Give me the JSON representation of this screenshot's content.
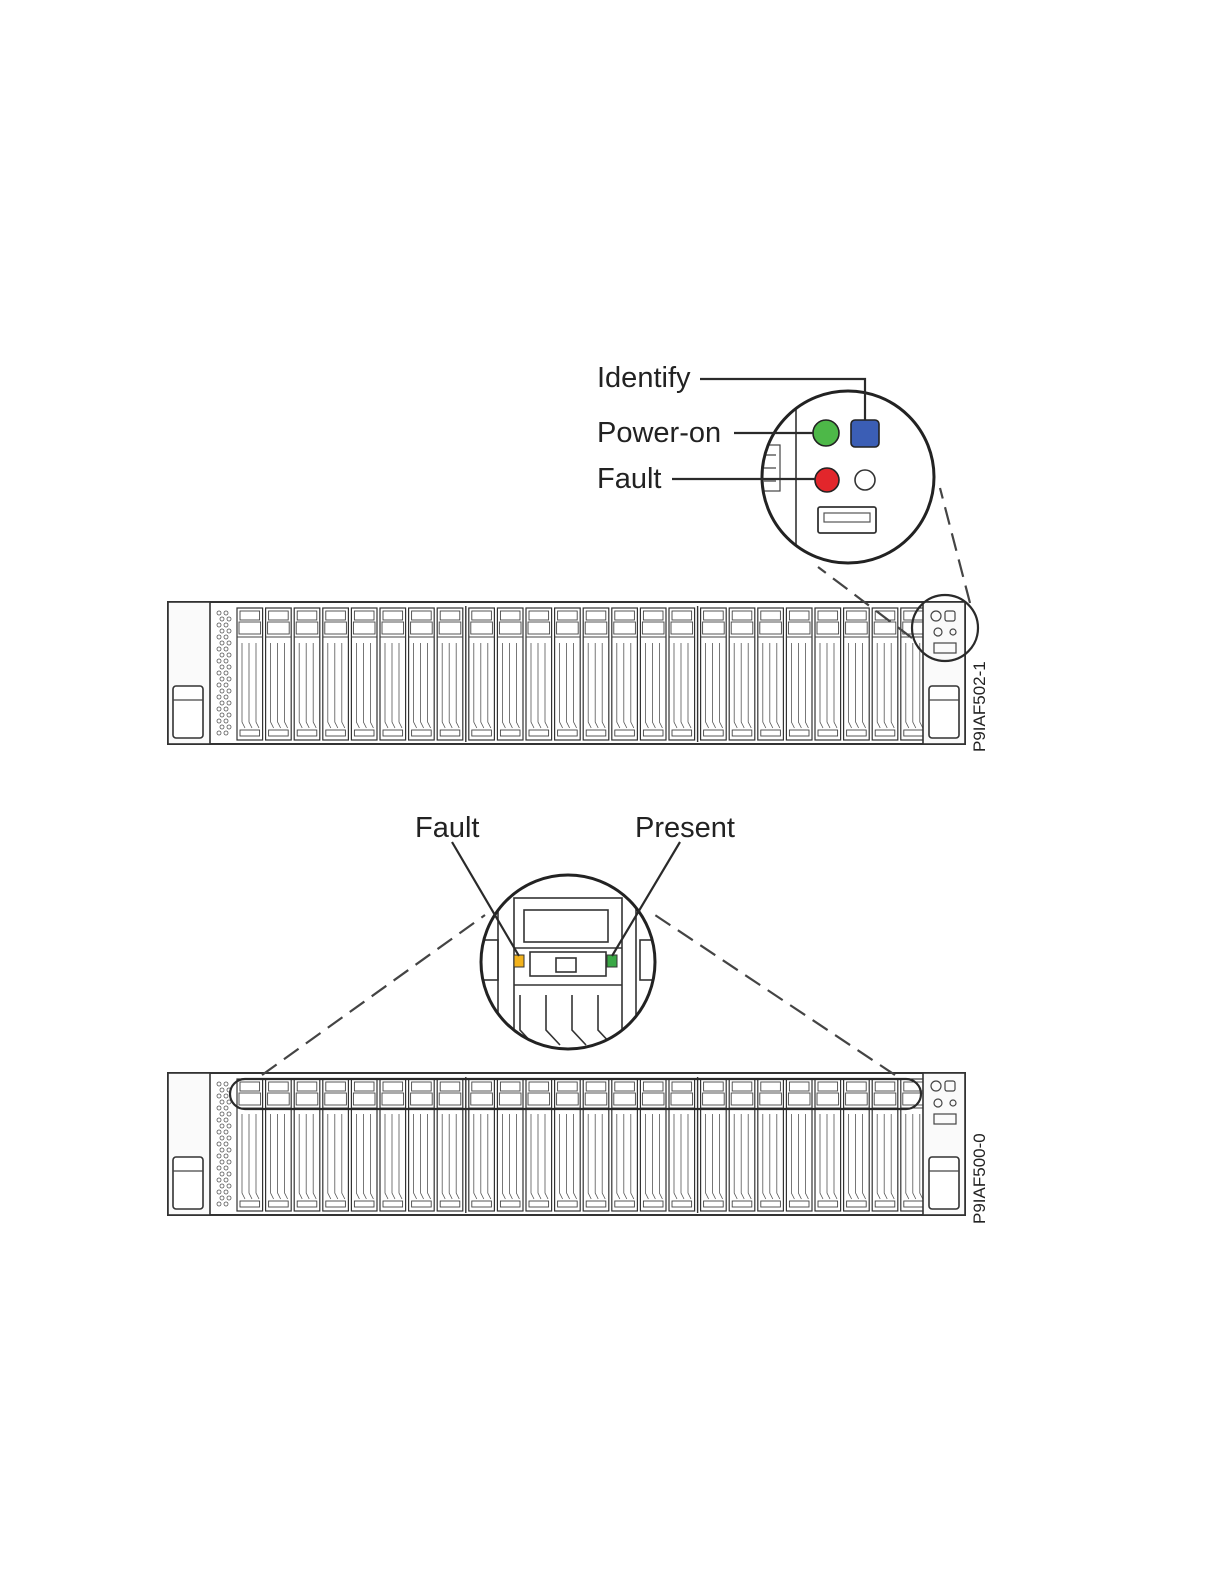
{
  "figure_top": {
    "labels": {
      "identify": "Identify",
      "power_on": "Power-on",
      "fault": "Fault"
    },
    "figure_id": "P9IAF502-1",
    "led_colors": {
      "power_on": "#4db848",
      "identify": "#3b5eb5",
      "fault": "#e2262b"
    }
  },
  "figure_bottom": {
    "labels": {
      "fault": "Fault",
      "present": "Present"
    },
    "figure_id": "P9IAF500-0",
    "led_colors": {
      "fault": "#f2b21c",
      "present": "#3aa846"
    }
  },
  "drive_bays": {
    "count": 24,
    "groups": 3
  }
}
